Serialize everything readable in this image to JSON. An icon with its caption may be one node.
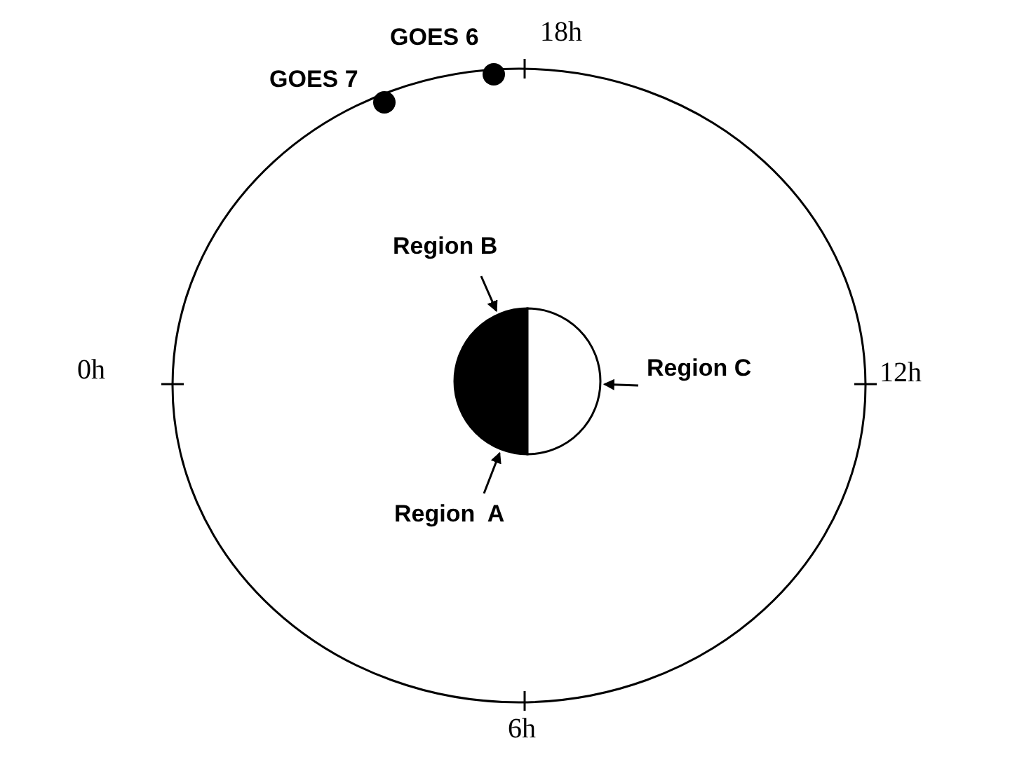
{
  "diagram": {
    "nodes": [
      {
        "text": [],
        "shape": "circle",
        "beside": [
          "GOES 6"
        ]
      },
      {
        "text": [],
        "shape": "circle",
        "beside": [
          "GOES 7"
        ]
      },
      {
        "text": [
          "Region B"
        ]
      },
      {
        "text": [
          "Region C"
        ]
      },
      {
        "text": [],
        "shape": "circle"
      },
      {
        "text": [],
        "shape": "circle"
      },
      {
        "text": [
          "Region  A"
        ]
      }
    ],
    "edges": [
      {
        "from": 2,
        "to": 4,
        "arrow": "to"
      },
      {
        "from": 3,
        "to": 5,
        "arrow": "to"
      },
      {
        "from": 6,
        "to": 4,
        "arrow": "to"
      }
    ],
    "labels": [
      "18h",
      "0h",
      "12h",
      "6h"
    ]
  }
}
